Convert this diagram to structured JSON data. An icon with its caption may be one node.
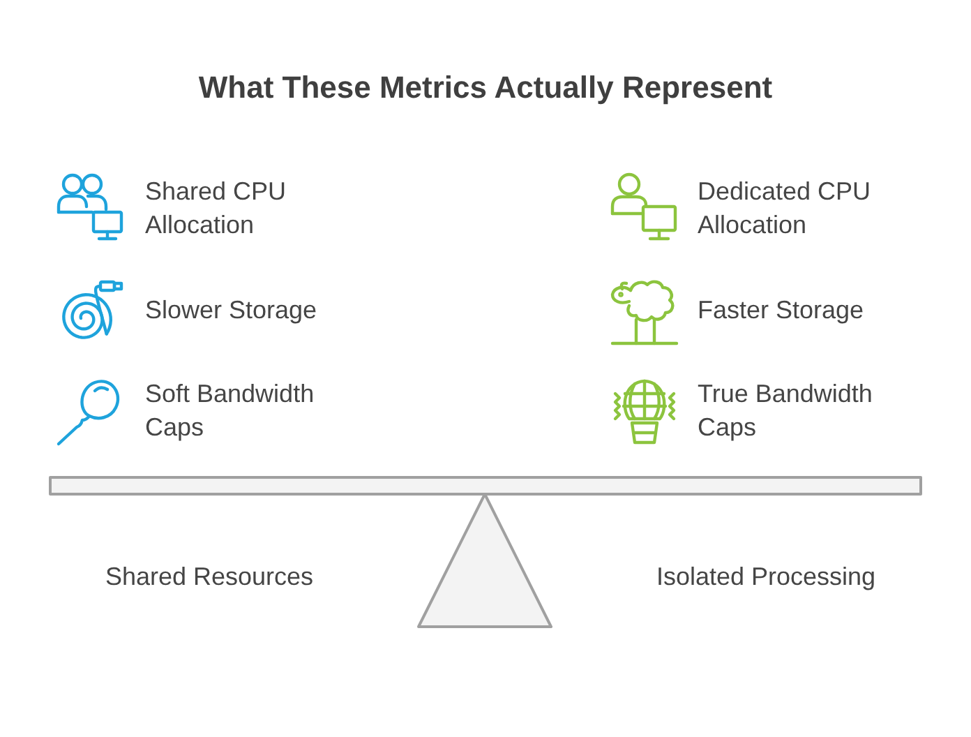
{
  "diagram": {
    "title": "What These Metrics Actually Represent",
    "nodes": [
      {
        "text": [],
        "shape": "bar"
      },
      {
        "text": [],
        "shape": "triangle"
      }
    ],
    "labels": [
      "Shared CPU Allocation",
      "Dedicated CPU Allocation",
      "Slower Storage",
      "Faster Storage",
      "Soft Bandwidth Caps",
      "True Bandwidth Caps",
      "Shared Resources",
      "Isolated Processing"
    ]
  }
}
